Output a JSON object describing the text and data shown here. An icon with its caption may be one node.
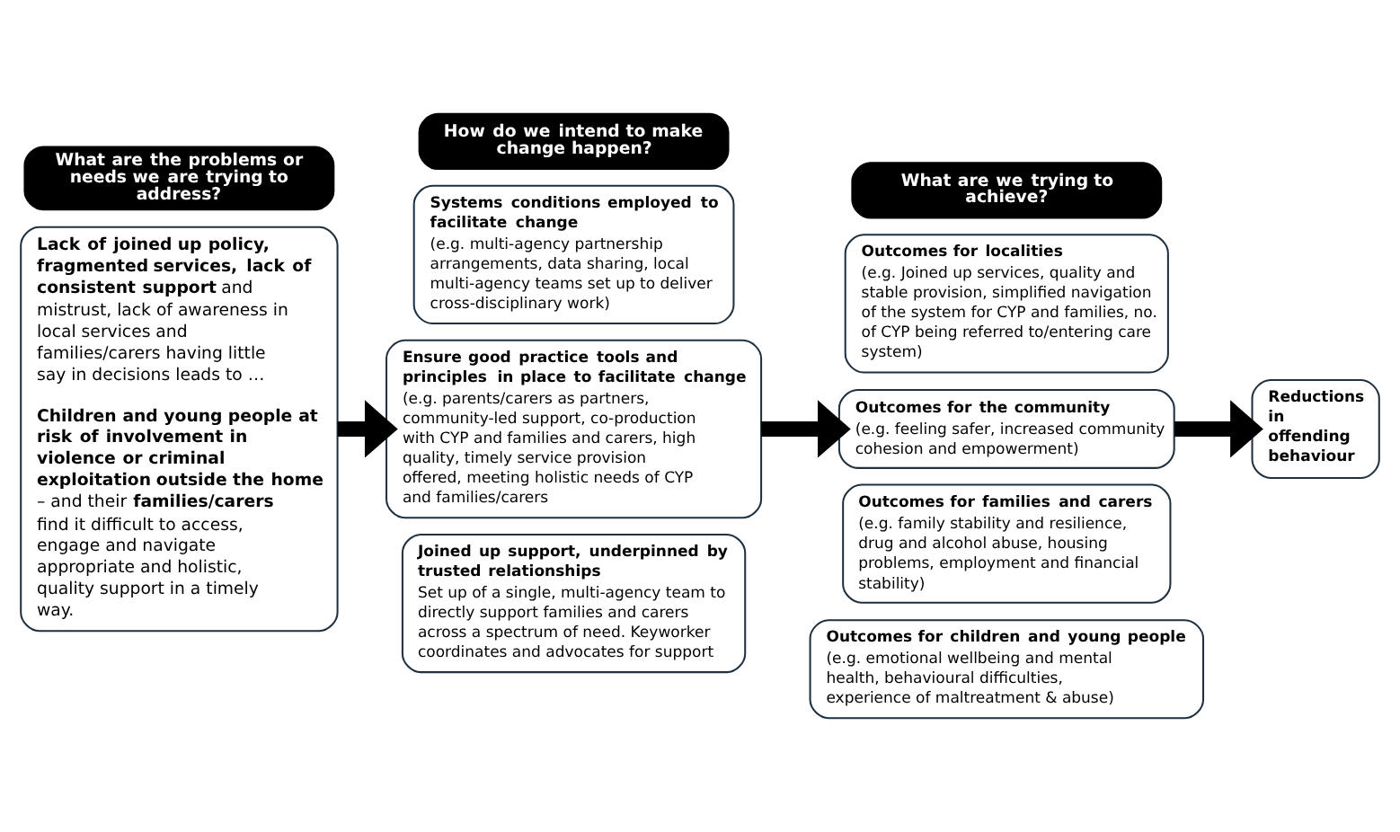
{
  "diagram": {
    "nodes": [
      {
        "text": [
          "What are the problems or needs we are trying to address?"
        ]
      },
      {
        "text": [
          "How do we intend to make change happen?"
        ]
      },
      {
        "text": [
          "What are we trying to achieve?"
        ]
      },
      {
        "text": [
          "**Lack of joined up policy, fragmented services, lack of consistent support** and mistrust, lack of awareness in local services and families/carers having little say in decisions leads to …",
          "**Children and young people at risk of involvement in violence or criminal exploitation outside the home** – and their **families/carers** find it difficult to access, engage and navigate appropriate and holistic, quality support in a timely way."
        ]
      },
      {
        "text": [
          "Systems conditions employed to facilitate change",
          "(e.g. multi-agency partnership arrangements, data sharing, local multi-agency teams set up to deliver cross-disciplinary work)"
        ]
      },
      {
        "text": [
          "Ensure good practice tools and principles in place to facilitate change",
          "(e.g. parents/carers as partners, community-led support, co-production with CYP and families and carers, high quality, timely service provision offered, meeting holistic needs of CYP and families/carers"
        ]
      },
      {
        "text": [
          "Joined up support, underpinned by trusted relationships",
          "Set up of a single, multi-agency team to directly support families and carers across a spectrum of need. Keyworker coordinates and advocates for support"
        ]
      },
      {
        "text": [
          "Outcomes for localities",
          "(e.g. Joined up services, quality and stable provision, simplified navigation of the system for CYP and families, no. of CYP being referred to/entering care system)"
        ]
      },
      {
        "text": [
          "Outcomes for the community",
          "(e.g. feeling safer, increased community cohesion and empowerment)"
        ]
      },
      {
        "text": [
          "Outcomes for families and carers",
          "(e.g. family stability and resilience, drug and alcohol abuse, housing problems, employment and financial stability)"
        ]
      },
      {
        "text": [
          "Outcomes for children and young people",
          "(e.g. emotional wellbeing and mental health, behavioural difficulties, experience of maltreatment & abuse)"
        ]
      },
      {
        "text": [
          "Reductions in offending behaviour"
        ]
      }
    ],
    "edges": [
      {
        "from": 3,
        "to": 5,
        "arrow": "to"
      },
      {
        "from": 5,
        "to": 8,
        "arrow": "to"
      },
      {
        "from": 8,
        "to": 11,
        "arrow": "to"
      }
    ]
  }
}
